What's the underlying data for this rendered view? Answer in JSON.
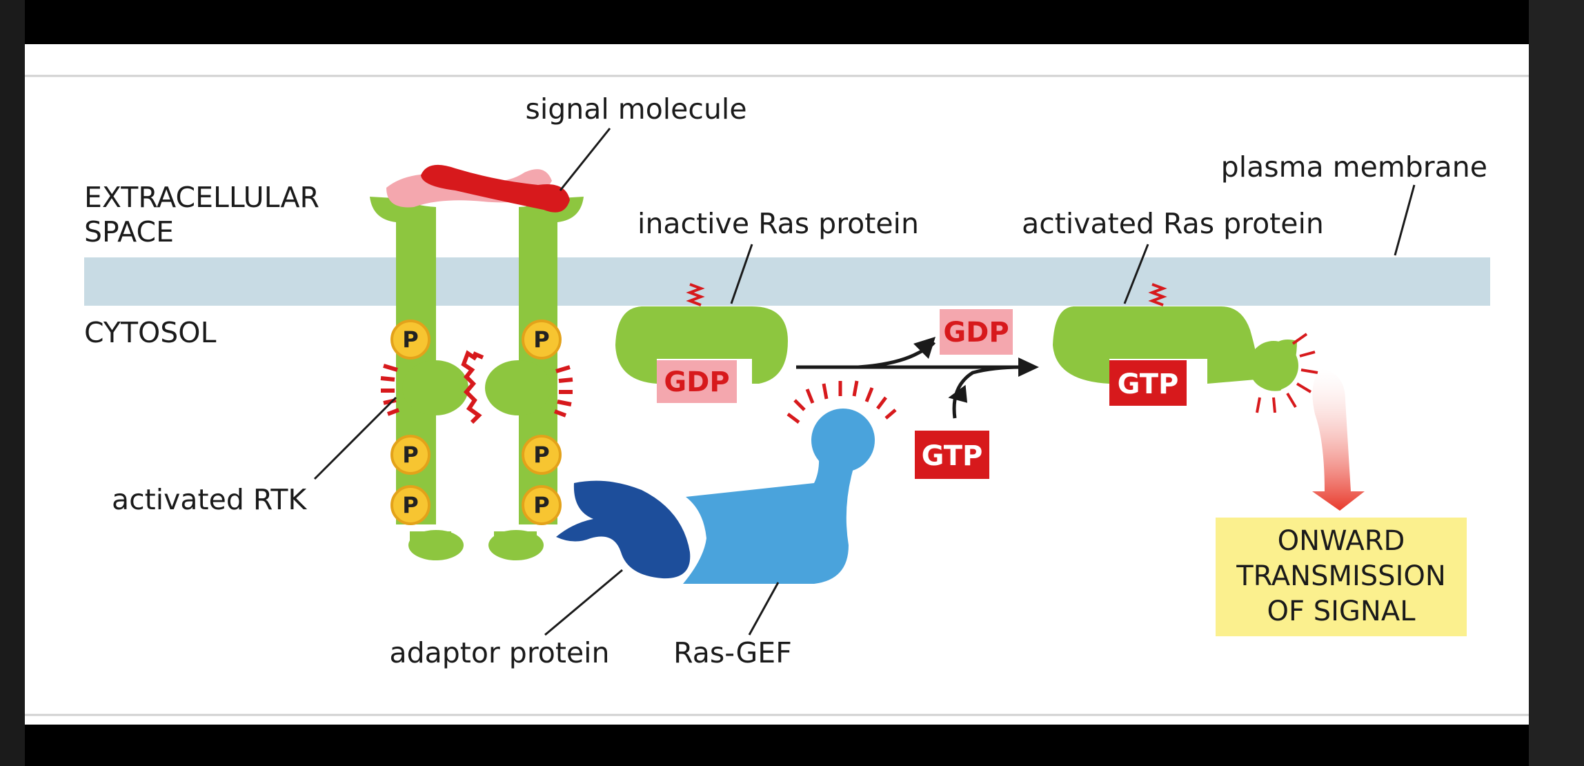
{
  "labels": {
    "signal_molecule": "signal molecule",
    "extracellular_line1": "EXTRACELLULAR",
    "extracellular_line2": "SPACE",
    "cytosol": "CYTOSOL",
    "plasma_membrane": "plasma membrane",
    "inactive_ras": "inactive Ras protein",
    "activated_ras": "activated Ras protein",
    "activated_rtk": "activated RTK",
    "adaptor_protein": "adaptor protein",
    "ras_gef": "Ras-GEF"
  },
  "phosphate": "P",
  "chips": {
    "gdp_bound": "GDP",
    "gdp_released": "GDP",
    "gtp_incoming": "GTP",
    "gtp_bound": "GTP"
  },
  "output_box": {
    "line1": "ONWARD",
    "line2": "TRANSMISSION",
    "line3": "OF SIGNAL"
  },
  "colors": {
    "membrane": "#c8dbe4",
    "receptor_green": "#8dc63f",
    "signal_red": "#d7191c",
    "signal_pink": "#f4a7ae",
    "phosphate_fill": "#f7c531",
    "phosphate_ring": "#e3a21a",
    "adaptor_blue": "#1d4e9b",
    "gef_blue": "#4aa3dc",
    "gdp_chip_bg": "#f4a7ae",
    "gdp_chip_text": "#d7191c",
    "gtp_chip_bg": "#d7191c",
    "gtp_chip_text": "#ffffff",
    "output_box": "#fbf08e"
  }
}
